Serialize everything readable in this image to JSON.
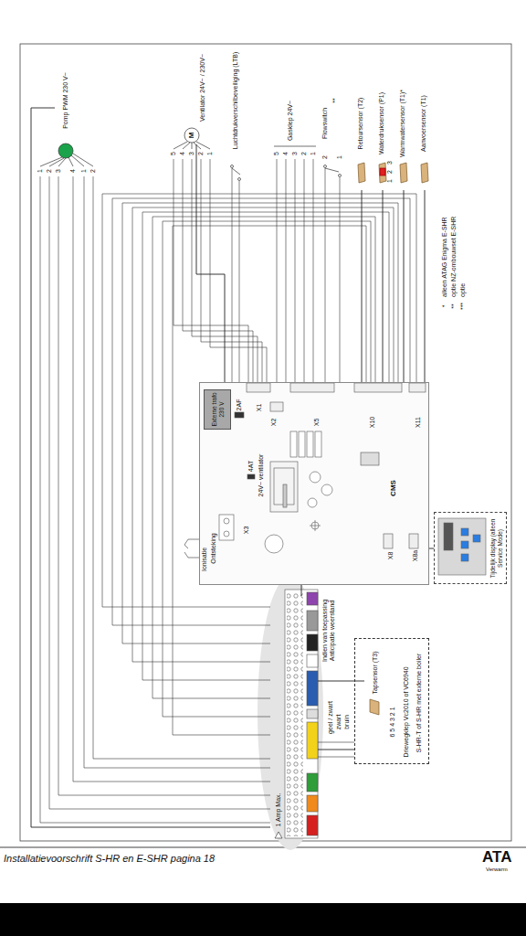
{
  "diagram": {
    "nodes": [
      {
        "text": [
          "Pomp PWM 230 V~"
        ]
      },
      {
        "text": [
          "M",
          "Ventilator 24V~ / 230V~"
        ]
      },
      {
        "text": [
          "Retoursensor (T2)"
        ]
      },
      {
        "text": [
          "Waterdruksensor (P1)"
        ]
      },
      {
        "text": [
          "Warmwatersensor (T1)*"
        ]
      },
      {
        "text": [
          "Aanvoersensor (T1)"
        ]
      },
      {
        "text": [
          "CMS"
        ]
      },
      {
        "text": [
          "Externe trafo 230 V"
        ],
        "in": 6
      },
      {
        "text": [
          "Tijdelijk display (alleen Service Mode)"
        ]
      },
      {
        "text": [
          "Driewegklep Vc2010 of VC6940",
          "S-HR-T of S-HR met externe boiler"
        ]
      },
      {
        "text": [
          "Tapsensor (T3)"
        ],
        "in": 9
      },
      {
        "text": [
          "1 Amp Max."
        ]
      }
    ],
    "edges": [
      {
        "from": 0,
        "to": 11,
        "arrow": "none"
      },
      {
        "from": 1,
        "to": 6,
        "arrow": "none"
      },
      {
        "from": 2,
        "to": 6,
        "arrow": "none"
      },
      {
        "from": 3,
        "to": 6,
        "arrow": "none"
      },
      {
        "from": 4,
        "to": 6,
        "arrow": "none"
      },
      {
        "from": 5,
        "to": 6,
        "arrow": "none"
      },
      {
        "from": 8,
        "to": 6,
        "arrow": "none"
      },
      {
        "from": 6,
        "to": 11,
        "arrow": "none"
      },
      {
        "from": 9,
        "to": 11,
        "arrow": "none"
      },
      {
        "from": 10,
        "to": 11,
        "arrow": "none"
      }
    ],
    "labels": [
      "1",
      "2",
      "3",
      "4",
      "1",
      "2",
      "5",
      "4",
      "3",
      "2",
      "1",
      "Luchtdrukverschilbeveiliging (LTB)",
      "Gasklep 24V~",
      "5",
      "4",
      "3",
      "2",
      "1",
      "Flowswitch",
      "**",
      "2",
      "1",
      "3",
      "2",
      "1",
      "*",
      "alleen ATAG Enigma E-SHR",
      "**",
      "optie NZ-ombouwset E-SHR",
      "***",
      "optie",
      "2AF",
      "X1",
      "X2",
      "X5",
      "X10",
      "X11",
      "4AT",
      "24V~ ventilator",
      "X3",
      "Ontsteking",
      "Ionisatie",
      "X8",
      "X8a",
      "Indien van toepassing Anticipatie weerstand",
      "geel / zwart",
      "zwart",
      "bruin",
      "6 5 4 3 2 1",
      "Installatievoorschrift S-HR en E-SHR  pagina 18",
      "ATA",
      "Verwarm"
    ]
  }
}
